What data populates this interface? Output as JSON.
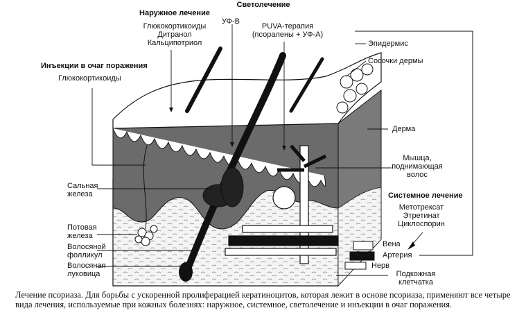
{
  "figure": {
    "headings": {
      "topical": "Наружное лечение",
      "phototherapy": "Светолечение",
      "injections": "Инъекции в очаг поражения",
      "systemic": "Системное лечение"
    },
    "topical_drugs": [
      "Глюкокортикоиды",
      "Дитранол",
      "Кальципотриол"
    ],
    "phototherapy_items": {
      "uvb": "УФ-В",
      "puva": [
        "PUVA-терапия",
        "(псоралены + УФ-А)"
      ]
    },
    "injection_drugs": [
      "Глюкокортикоиды"
    ],
    "systemic_drugs": [
      "Метотрексат",
      "Этретинат",
      "Циклоспорин"
    ],
    "anatomy": {
      "epidermis": "Эпидермис",
      "dermal_papillae": "Сосочки дермы",
      "dermis": "Дерма",
      "muscle": [
        "Мышца,",
        "поднимающая",
        "волос"
      ],
      "sebaceous_gland": [
        "Сальная",
        "железа"
      ],
      "sweat_gland": [
        "Потовая",
        "железа"
      ],
      "hair_follicle": [
        "Волосяной",
        "фолликул"
      ],
      "hair_bulb": [
        "Волосяная",
        "луковица"
      ],
      "vein": "Вена",
      "artery": "Артерия",
      "nerve": "Нерв",
      "subcutis": [
        "Подкожная",
        "клетчатка"
      ]
    }
  },
  "caption": {
    "title": "Лечение псориаза.",
    "text": "Для борьбы с ускоренной пролиферацией кератиноцитов, которая лежит в основе псориаза, применяют все четыре вида лечения, используемые при кожных болезнях: наружное, системное, светолечение и инъекции в очаг поражения."
  },
  "colors": {
    "ink": "#111111",
    "dermis": "#6b6b6b",
    "dermis_dark": "#3d3d3d",
    "paper": "#ffffff",
    "subcutis": "#efefef"
  }
}
